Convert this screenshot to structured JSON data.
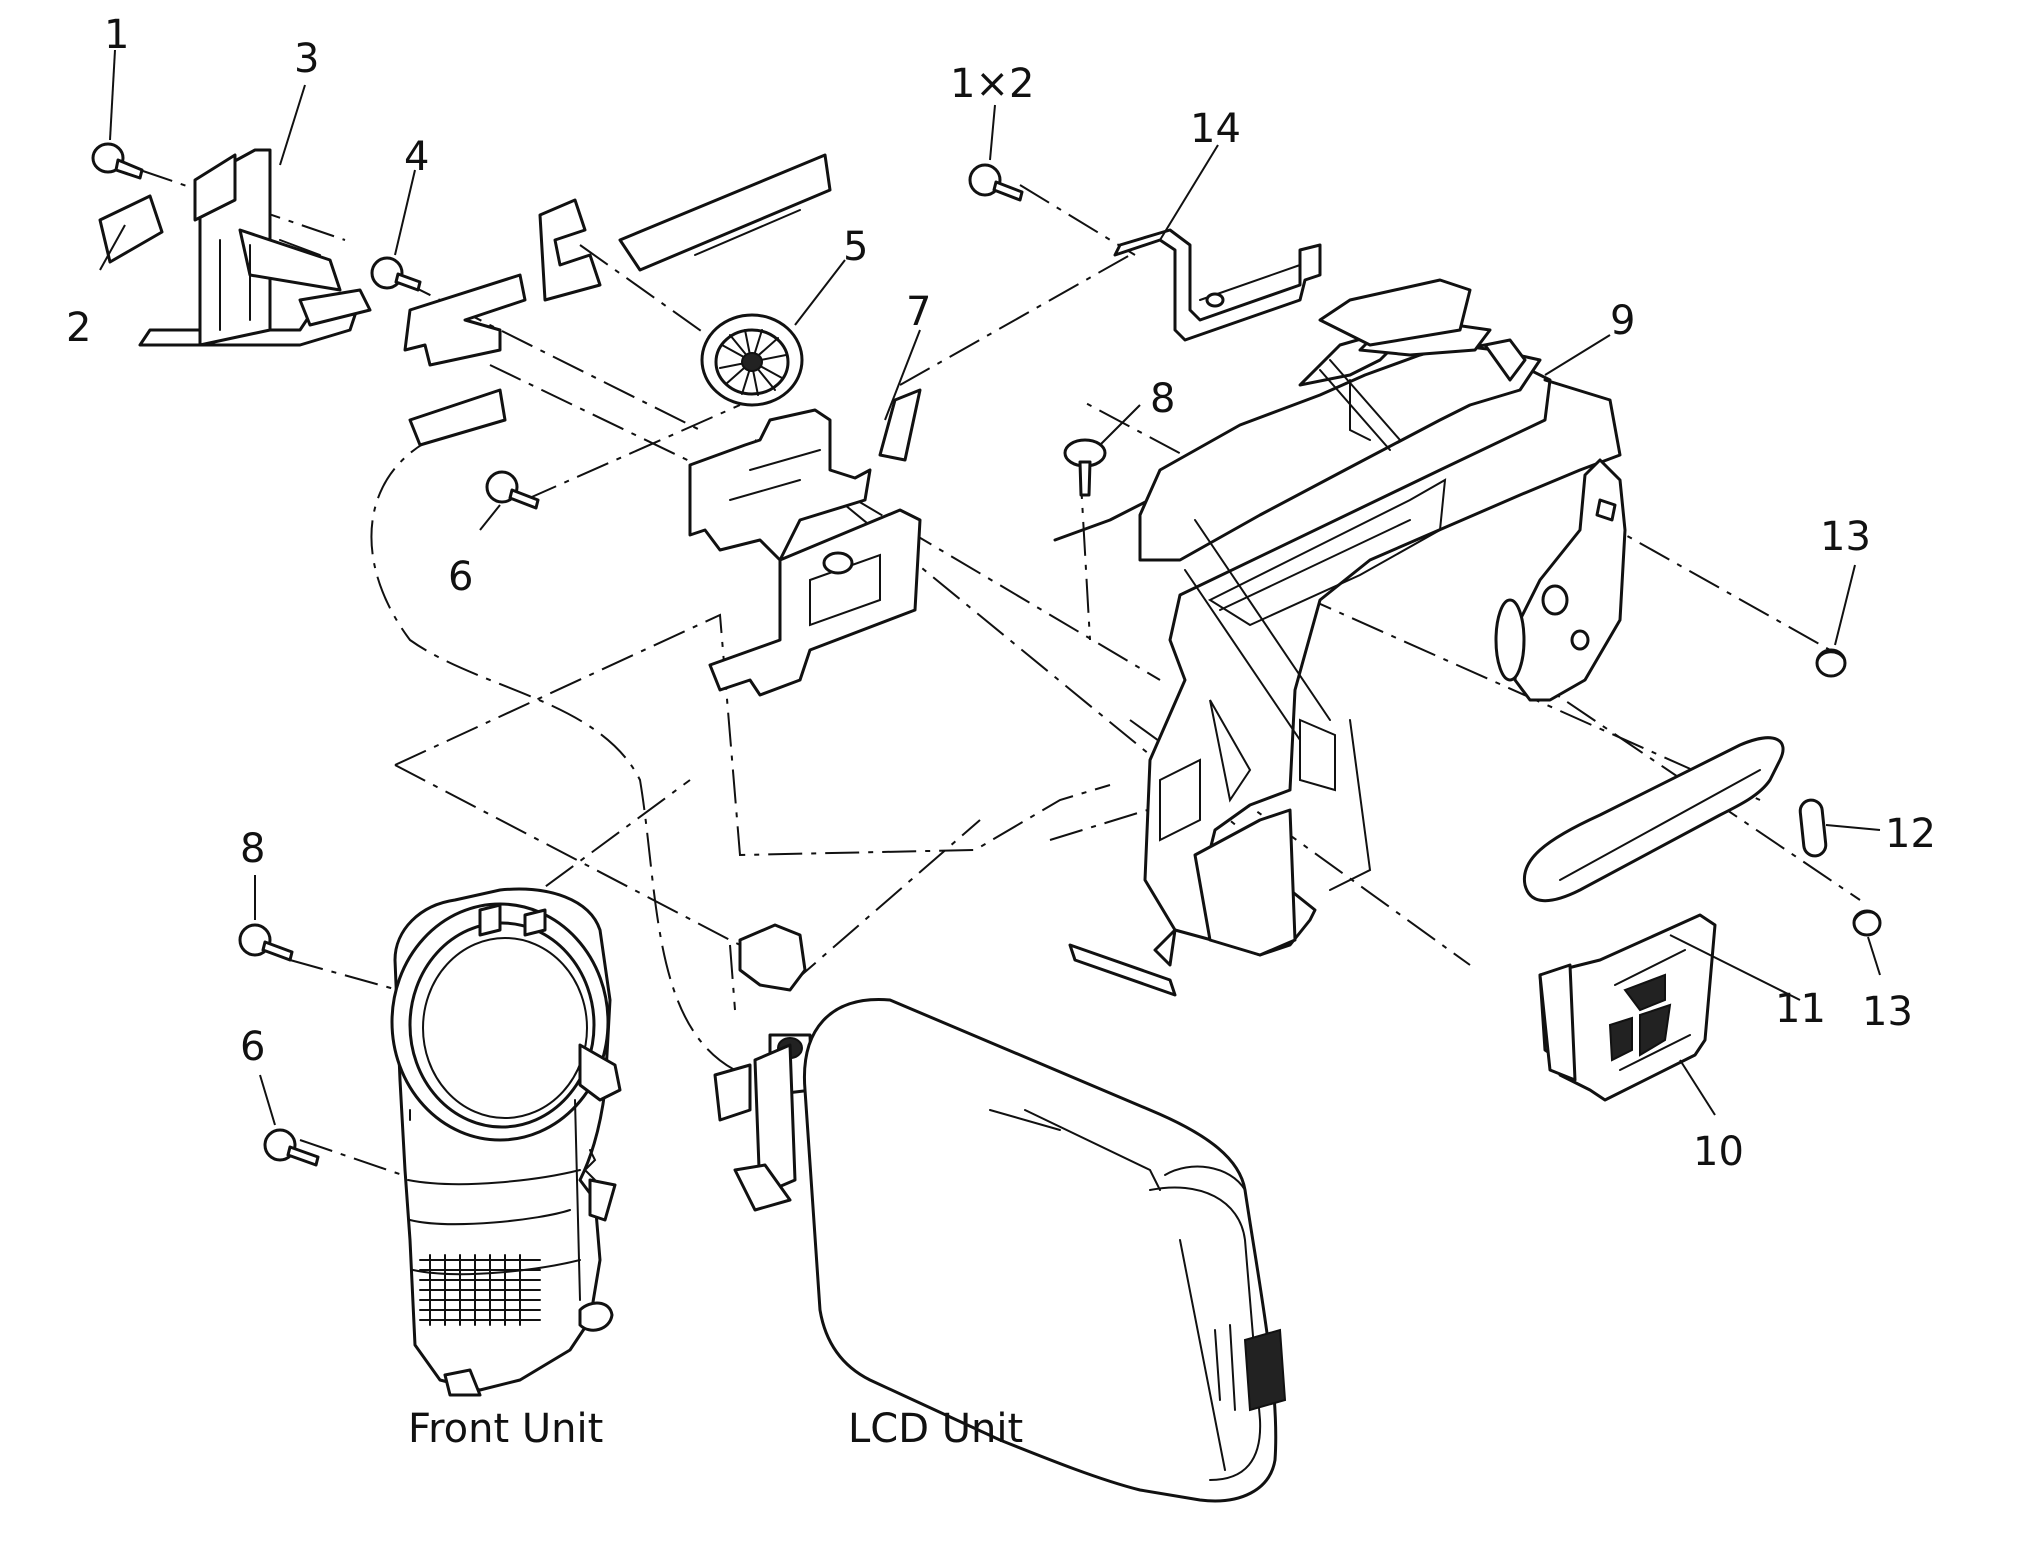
{
  "callouts": [
    {
      "id": "c1",
      "text": "1"
    },
    {
      "id": "c2",
      "text": "2"
    },
    {
      "id": "c3",
      "text": "3"
    },
    {
      "id": "c4",
      "text": "4"
    },
    {
      "id": "c1x2",
      "text": "1×2"
    },
    {
      "id": "c14",
      "text": "14"
    },
    {
      "id": "c5",
      "text": "5"
    },
    {
      "id": "c7",
      "text": "7"
    },
    {
      "id": "c9",
      "text": "9"
    },
    {
      "id": "c8a",
      "text": "8"
    },
    {
      "id": "c6a",
      "text": "6"
    },
    {
      "id": "c13a",
      "text": "13"
    },
    {
      "id": "c12",
      "text": "12"
    },
    {
      "id": "c11",
      "text": "11"
    },
    {
      "id": "c13b",
      "text": "13"
    },
    {
      "id": "c10",
      "text": "10"
    },
    {
      "id": "c8b",
      "text": "8"
    },
    {
      "id": "c6b",
      "text": "6"
    }
  ],
  "units": {
    "front": "Front Unit",
    "lcd": "LCD Unit"
  }
}
